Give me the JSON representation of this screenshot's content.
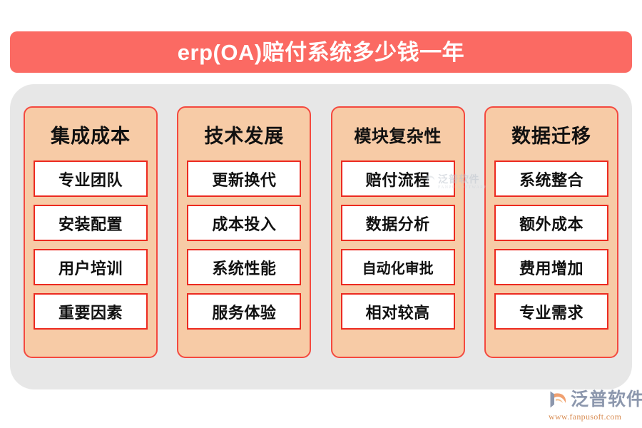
{
  "title": {
    "text": "erp(OA)赔付系统多少钱一年",
    "banner_color": "#FB6A63",
    "text_color": "#FFFFFF"
  },
  "panel": {
    "background_color": "#E7E7E7"
  },
  "colors": {
    "card_background": "#F7CBA6",
    "card_border": "#F4493F",
    "item_background": "#FFFFFF",
    "item_border": "#EC2A20",
    "text": "#111111",
    "logo_text": "#8C97AD",
    "logo_url": "#D98E55",
    "logo_mark": "#F0A070"
  },
  "columns": [
    {
      "header": "集成成本",
      "items": [
        "专业团队",
        "安装配置",
        "用户培训",
        "重要因素"
      ]
    },
    {
      "header": "技术发展",
      "items": [
        "更新换代",
        "成本投入",
        "系统性能",
        "服务体验"
      ]
    },
    {
      "header": "模块复杂性",
      "items": [
        "赔付流程",
        "数据分析",
        "自动化审批",
        "相对较高"
      ]
    },
    {
      "header": "数据迁移",
      "items": [
        "系统整合",
        "额外成本",
        "费用增加",
        "专业需求"
      ]
    }
  ],
  "watermark": {
    "cn": "泛普软件",
    "en": "FANPU SOFTWARE"
  },
  "logo": {
    "cn": "泛普软件",
    "url": "www.fanpusoft.com",
    "mark_icon": "fanpu-swoosh-icon"
  }
}
